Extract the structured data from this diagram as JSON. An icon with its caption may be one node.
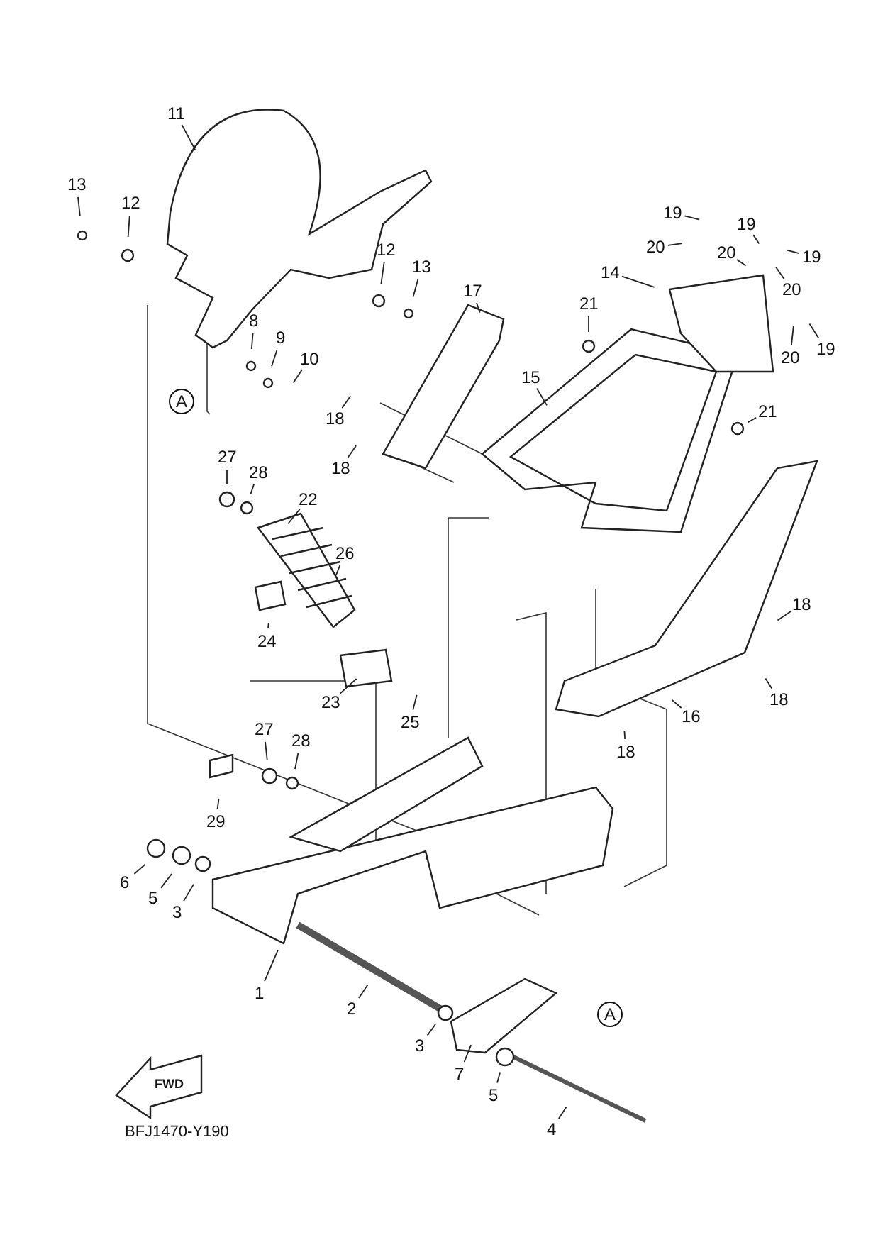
{
  "diagram": {
    "nodes": [
      {
        "text": [
          "11"
        ]
      },
      {
        "text": [
          "13"
        ]
      },
      {
        "text": [
          "12"
        ]
      },
      {
        "text": [
          "8"
        ]
      },
      {
        "text": [
          "9"
        ]
      },
      {
        "text": [
          "10"
        ]
      },
      {
        "text": [
          "12"
        ]
      },
      {
        "text": [
          "13"
        ]
      },
      {
        "text": [
          "A"
        ]
      },
      {
        "text": [
          "19"
        ]
      },
      {
        "text": [
          "20"
        ]
      },
      {
        "text": [
          "19"
        ]
      },
      {
        "text": [
          "20"
        ]
      },
      {
        "text": [
          "19"
        ]
      },
      {
        "text": [
          "20"
        ]
      },
      {
        "text": [
          "14"
        ]
      },
      {
        "text": [
          "20"
        ]
      },
      {
        "text": [
          "19"
        ]
      },
      {
        "text": [
          "17"
        ]
      },
      {
        "text": [
          "21"
        ]
      },
      {
        "text": [
          "15"
        ]
      },
      {
        "text": [
          "18"
        ]
      },
      {
        "text": [
          "18"
        ]
      },
      {
        "text": [
          "21"
        ]
      },
      {
        "text": [
          "27"
        ]
      },
      {
        "text": [
          "28"
        ]
      },
      {
        "text": [
          "22"
        ]
      },
      {
        "text": [
          "26"
        ]
      },
      {
        "text": [
          "24"
        ]
      },
      {
        "text": [
          "23"
        ]
      },
      {
        "text": [
          "25"
        ]
      },
      {
        "text": [
          "18"
        ]
      },
      {
        "text": [
          "16"
        ]
      },
      {
        "text": [
          "18"
        ]
      },
      {
        "text": [
          "18"
        ]
      },
      {
        "text": [
          "27"
        ]
      },
      {
        "text": [
          "28"
        ]
      },
      {
        "text": [
          "29"
        ]
      },
      {
        "text": [
          "6"
        ]
      },
      {
        "text": [
          "5"
        ]
      },
      {
        "text": [
          "3"
        ]
      },
      {
        "text": [
          "1"
        ]
      },
      {
        "text": [
          "2"
        ]
      },
      {
        "text": [
          "3"
        ]
      },
      {
        "text": [
          "7"
        ]
      },
      {
        "text": [
          "A"
        ]
      },
      {
        "text": [
          "5"
        ]
      },
      {
        "text": [
          "4"
        ]
      }
    ],
    "edges": [
      {
        "from": 0,
        "to": null,
        "arrow": "none"
      },
      {
        "from": 1,
        "to": null,
        "arrow": "none"
      },
      {
        "from": 2,
        "to": null,
        "arrow": "none"
      },
      {
        "from": 3,
        "to": null,
        "arrow": "none"
      },
      {
        "from": 4,
        "to": null,
        "arrow": "none"
      },
      {
        "from": 5,
        "to": null,
        "arrow": "none"
      },
      {
        "from": 6,
        "to": null,
        "arrow": "none"
      },
      {
        "from": 7,
        "to": null,
        "arrow": "none"
      },
      {
        "from": 9,
        "to": null,
        "arrow": "none"
      },
      {
        "from": 10,
        "to": null,
        "arrow": "none"
      },
      {
        "from": 11,
        "to": null,
        "arrow": "none"
      },
      {
        "from": 12,
        "to": null,
        "arrow": "none"
      },
      {
        "from": 13,
        "to": null,
        "arrow": "none"
      },
      {
        "from": 14,
        "to": null,
        "arrow": "none"
      },
      {
        "from": 15,
        "to": null,
        "arrow": "none"
      },
      {
        "from": 16,
        "to": null,
        "arrow": "none"
      },
      {
        "from": 17,
        "to": null,
        "arrow": "none"
      },
      {
        "from": 18,
        "to": null,
        "arrow": "none"
      },
      {
        "from": 19,
        "to": null,
        "arrow": "none"
      },
      {
        "from": 20,
        "to": null,
        "arrow": "none"
      },
      {
        "from": 21,
        "to": null,
        "arrow": "none"
      },
      {
        "from": 22,
        "to": null,
        "arrow": "none"
      },
      {
        "from": 23,
        "to": null,
        "arrow": "none"
      },
      {
        "from": 24,
        "to": null,
        "arrow": "none"
      },
      {
        "from": 25,
        "to": null,
        "arrow": "none"
      },
      {
        "from": 26,
        "to": null,
        "arrow": "none"
      },
      {
        "from": 27,
        "to": null,
        "arrow": "none"
      },
      {
        "from": 28,
        "to": null,
        "arrow": "none"
      },
      {
        "from": 29,
        "to": null,
        "arrow": "none"
      },
      {
        "from": 30,
        "to": null,
        "arrow": "none"
      },
      {
        "from": 31,
        "to": null,
        "arrow": "none"
      },
      {
        "from": 32,
        "to": null,
        "arrow": "none"
      },
      {
        "from": 33,
        "to": null,
        "arrow": "none"
      },
      {
        "from": 34,
        "to": null,
        "arrow": "none"
      },
      {
        "from": 35,
        "to": null,
        "arrow": "none"
      },
      {
        "from": 36,
        "to": null,
        "arrow": "none"
      },
      {
        "from": 37,
        "to": null,
        "arrow": "none"
      },
      {
        "from": 38,
        "to": null,
        "arrow": "none"
      },
      {
        "from": 39,
        "to": null,
        "arrow": "none"
      },
      {
        "from": 40,
        "to": null,
        "arrow": "none"
      },
      {
        "from": 41,
        "to": null,
        "arrow": "none"
      },
      {
        "from": 42,
        "to": null,
        "arrow": "none"
      },
      {
        "from": 43,
        "to": null,
        "arrow": "none"
      },
      {
        "from": 44,
        "to": null,
        "arrow": "none"
      },
      {
        "from": 46,
        "to": null,
        "arrow": "none"
      },
      {
        "from": 47,
        "to": null,
        "arrow": "none"
      }
    ],
    "labels": [
      "FWD",
      "BFJ1470-Y190"
    ]
  }
}
